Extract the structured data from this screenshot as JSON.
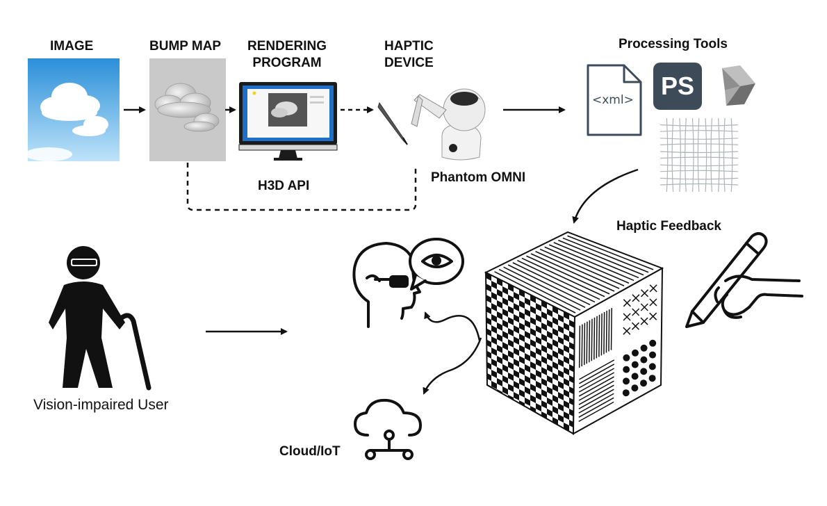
{
  "labels": {
    "image": "IMAGE",
    "bump_map": "BUMP MAP",
    "rendering_program": "RENDERING\nPROGRAM",
    "haptic_device": "HAPTIC\nDEVICE",
    "processing_tools": "Processing Tools",
    "h3d_api": "H3D API",
    "phantom_omni": "Phantom OMNI",
    "haptic_feedback": "Haptic Feedback",
    "user": "Vision-impaired User",
    "cloud": "Cloud/IoT",
    "xml": "<xml>",
    "ps": "PS"
  },
  "colors": {
    "sky_top": "#2a8fd8",
    "sky_bottom": "#bfe3fa",
    "monitor_screen": "#1e6fc9",
    "ps_badge": "#3d4a57",
    "ink": "#111111"
  }
}
